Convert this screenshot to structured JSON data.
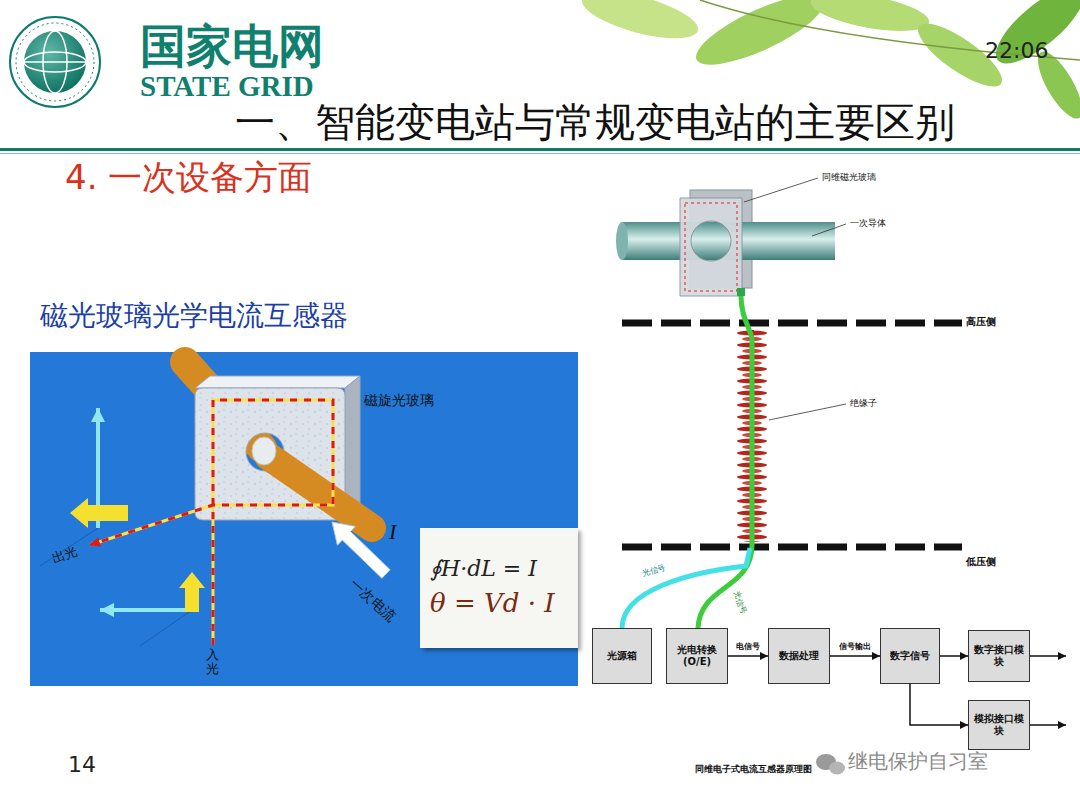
{
  "diagram": {
    "title": "一、智能变电站与常规变电站的主要区别",
    "caption": "同维电子式电流互感器原理图",
    "nodes": [
      {
        "text": [
          "∮H·dL = I",
          "θ = Vd · I"
        ]
      },
      {
        "text": [
          "光源箱"
        ]
      },
      {
        "text": [
          "光电转换 (O/E)"
        ]
      },
      {
        "text": [
          "数据处理"
        ]
      },
      {
        "text": [
          "数字信号"
        ]
      },
      {
        "text": [
          "数字接口模块"
        ]
      },
      {
        "text": [
          "模拟接口模块"
        ]
      }
    ],
    "edges": [
      {
        "from": 2,
        "to": 3,
        "arrow": "to",
        "label": "电信号"
      },
      {
        "from": 3,
        "to": 4,
        "arrow": "to",
        "label": "信号输出"
      },
      {
        "from": 4,
        "to": 5,
        "arrow": "to"
      },
      {
        "from": 4,
        "to": 6,
        "arrow": "to"
      }
    ],
    "labels": [
      "国家电网",
      "STATE GRID",
      "22:06",
      "4. 一次设备方面",
      "磁光玻璃光学电流互感器",
      "磁旋光玻璃",
      "出光",
      "入光",
      "一次电流",
      "I",
      "同维磁光玻璃",
      "一次导体",
      "高压侧",
      "绝缘子",
      "低压侧",
      "光信号",
      "光信号",
      "14",
      "继电保护自习室"
    ]
  }
}
